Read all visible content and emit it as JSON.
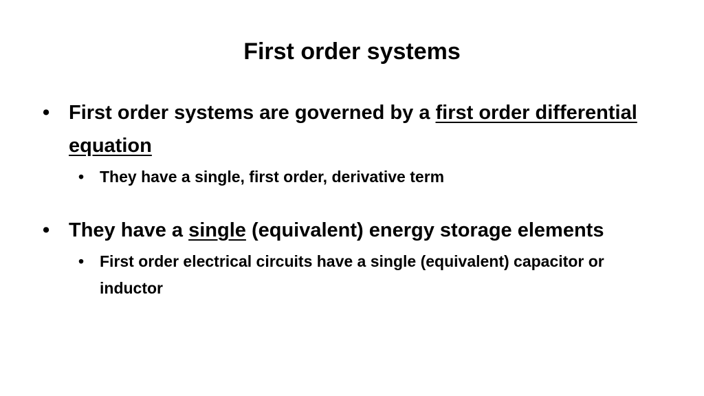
{
  "slide": {
    "title": "First order systems",
    "bullet_glyph": "•",
    "bullet1": {
      "text_a": "First order systems are governed by a ",
      "text_u": "first order differential equation",
      "sub": "They have a single, first order, derivative term"
    },
    "bullet2": {
      "text_a": "They have a ",
      "text_u": "single",
      "text_b": " (equivalent) energy storage elements",
      "sub": "First order electrical circuits have a single (equivalent) capacitor or inductor"
    }
  }
}
